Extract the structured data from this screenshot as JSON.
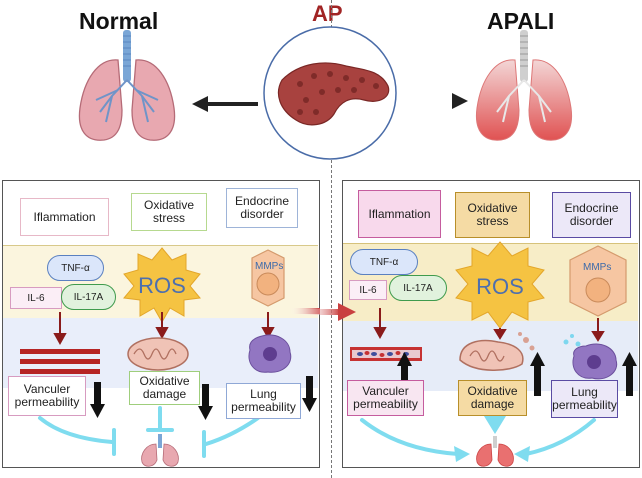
{
  "titles": {
    "normal": "Normal",
    "ap": "AP",
    "apali": "APALI"
  },
  "left_panel": {
    "categories": {
      "inflammation": "Iflammation",
      "oxidative": "Oxidative\nstress",
      "endocrine": "Endocrine\ndisorder"
    },
    "cytokines": {
      "tnf": "TNF-α",
      "il6": "IL-6",
      "il17": "IL-17A"
    },
    "ros": "ROS",
    "mmps": "MMPs",
    "outcomes": {
      "vascular": "Vanculer\npermeability",
      "oxidative_damage": "Oxidative\ndamage",
      "lung": "Lung\npermeability"
    }
  },
  "right_panel": {
    "categories": {
      "inflammation": "Iflammation",
      "oxidative": "Oxidative\nstress",
      "endocrine": "Endocrine\ndisorder"
    },
    "cytokines": {
      "tnf": "TNF-α",
      "il6": "IL-6",
      "il17": "IL-17A"
    },
    "ros": "ROS",
    "mmps": "MMPs",
    "outcomes": {
      "vascular": "Vanculer\npermeability",
      "oxidative_damage": "Oxidative\ndamage",
      "lung": "Lung\npermeability"
    }
  },
  "colors": {
    "ap_title": "#a12424",
    "inhibit_arrow": "#7fdcef",
    "down_arrow": "#8a1b1b"
  }
}
